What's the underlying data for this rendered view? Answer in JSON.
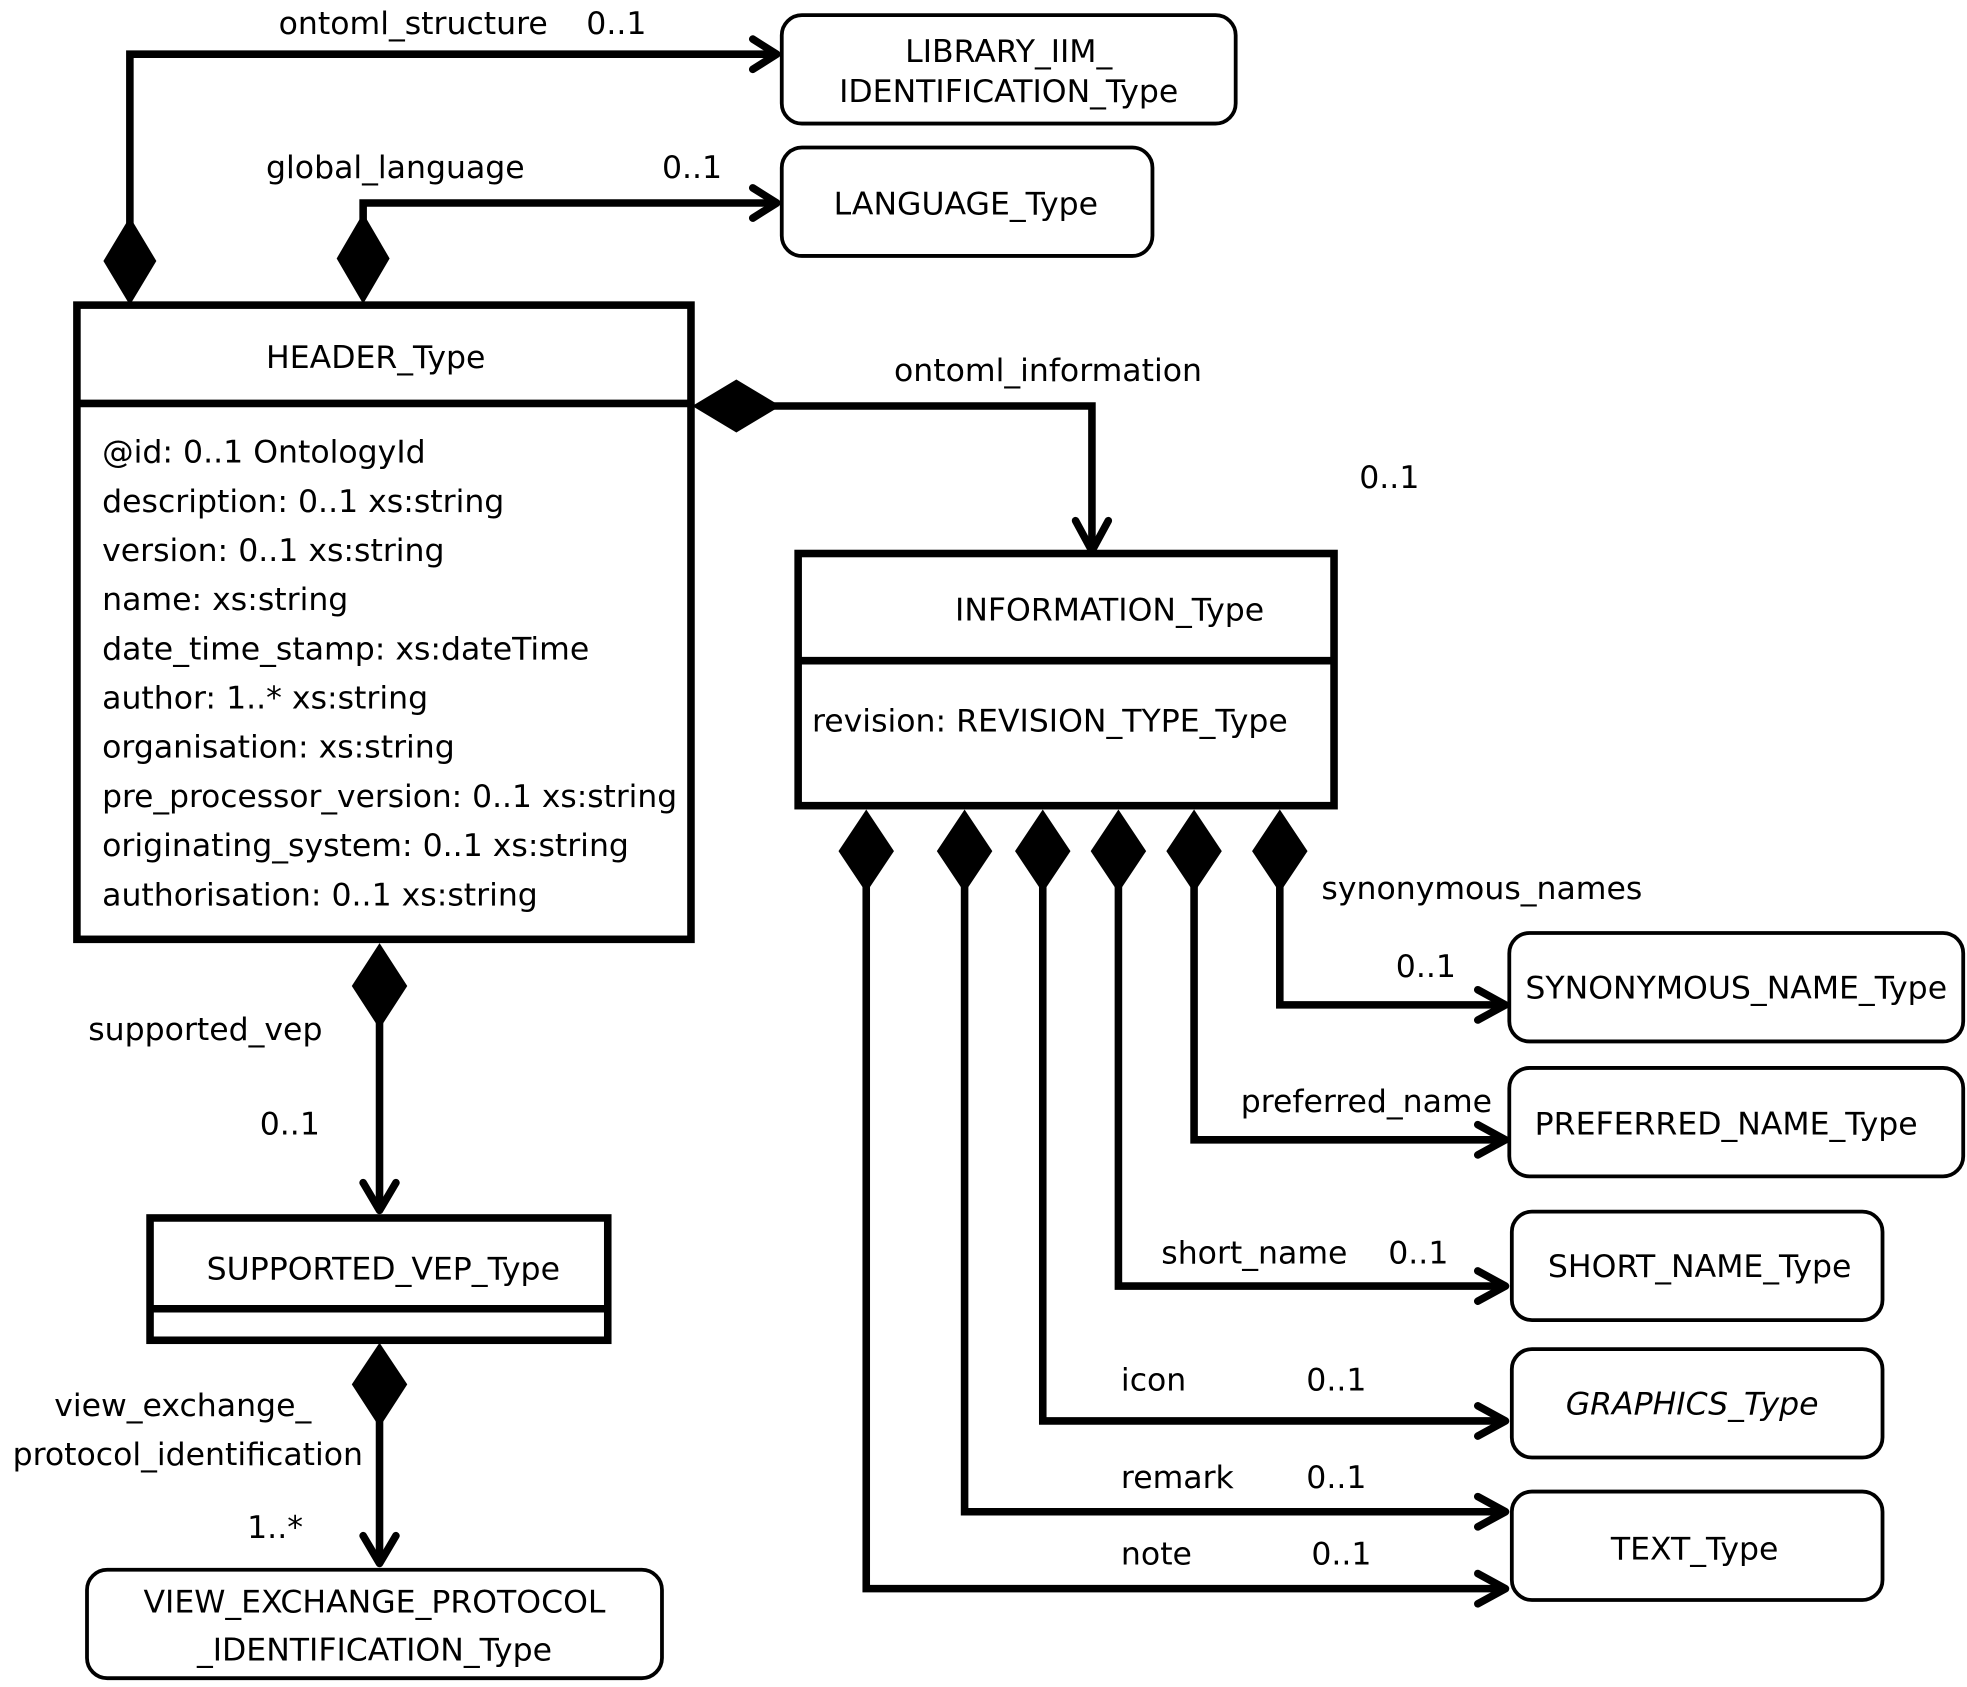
{
  "diagram": {
    "type": "UML class diagram",
    "classes": {
      "header": {
        "name": "HEADER_Type",
        "attributes": [
          "@id: 0..1 OntologyId",
          "description: 0..1 xs:string",
          "version: 0..1 xs:string",
          "name: xs:string",
          "date_time_stamp: xs:dateTime",
          "author: 1..* xs:string",
          "organisation: xs:string",
          "pre_processor_version: 0..1 xs:string",
          "originating_system: 0..1 xs:string",
          "authorisation: 0..1 xs:string"
        ]
      },
      "information": {
        "name": "INFORMATION_Type",
        "attributes": [
          "revision: REVISION_TYPE_Type"
        ]
      },
      "supported_vep": {
        "name": "SUPPORTED_VEP_Type",
        "attributes": []
      }
    },
    "types": {
      "library": {
        "line1": "LIBRARY_IIM_",
        "line2": "IDENTIFICATION_Type"
      },
      "language": {
        "name": "LANGUAGE_Type"
      },
      "synonymous": {
        "name": "SYNONYMOUS_NAME_Type"
      },
      "preferred": {
        "name": "PREFERRED_NAME_Type"
      },
      "short": {
        "name": "SHORT_NAME_Type"
      },
      "graphics": {
        "name": "GRAPHICS_Type",
        "abstract": true
      },
      "text": {
        "name": "TEXT_Type"
      },
      "vep_id": {
        "line1": "VIEW_EXCHANGE_PROTOCOL",
        "line2": "_IDENTIFICATION_Type"
      }
    },
    "associations": {
      "ontoml_structure": {
        "role": "ontoml_structure",
        "multiplicity": "0..1",
        "from": "HEADER_Type",
        "to": "LIBRARY_IIM_IDENTIFICATION_Type"
      },
      "global_language": {
        "role": "global_language",
        "multiplicity": "0..1",
        "from": "HEADER_Type",
        "to": "LANGUAGE_Type"
      },
      "ontoml_information": {
        "role": "ontoml_information",
        "multiplicity": "0..1",
        "from": "HEADER_Type",
        "to": "INFORMATION_Type"
      },
      "supported_vep": {
        "role": "supported_vep",
        "multiplicity": "0..1",
        "from": "HEADER_Type",
        "to": "SUPPORTED_VEP_Type"
      },
      "vep_identification": {
        "role_line1": "view_exchange_",
        "role_line2": "protocol_identification",
        "multiplicity": "1..*",
        "from": "SUPPORTED_VEP_Type",
        "to": "VIEW_EXCHANGE_PROTOCOL_IDENTIFICATION_Type"
      },
      "synonymous_names": {
        "role": "synonymous_names",
        "multiplicity": "0..1",
        "from": "INFORMATION_Type",
        "to": "SYNONYMOUS_NAME_Type"
      },
      "preferred_name": {
        "role": "preferred_name",
        "multiplicity": "",
        "from": "INFORMATION_Type",
        "to": "PREFERRED_NAME_Type"
      },
      "short_name": {
        "role": "short_name",
        "multiplicity": "0..1",
        "from": "INFORMATION_Type",
        "to": "SHORT_NAME_Type"
      },
      "icon": {
        "role": "icon",
        "multiplicity": "0..1",
        "from": "INFORMATION_Type",
        "to": "GRAPHICS_Type"
      },
      "remark": {
        "role": "remark",
        "multiplicity": "0..1",
        "from": "INFORMATION_Type",
        "to": "TEXT_Type"
      },
      "note": {
        "role": "note",
        "multiplicity": "0..1",
        "from": "INFORMATION_Type",
        "to": "TEXT_Type"
      }
    }
  }
}
